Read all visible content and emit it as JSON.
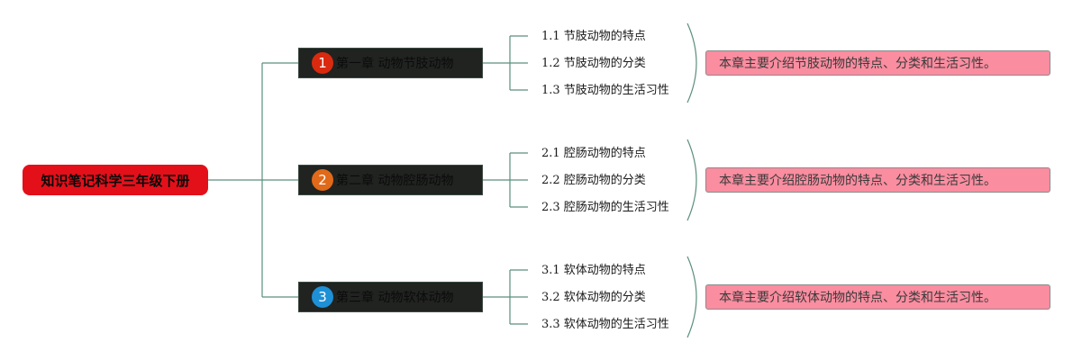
{
  "root": {
    "title": "知识笔记科学三年级下册"
  },
  "chapters": [
    {
      "number": "1",
      "title": "第一章 动物节肢动物",
      "number_color": "#d92a10",
      "sections": [
        "1.1 节肢动物的特点",
        "1.2 节肢动物的分类",
        "1.3 节肢动物的生活习性"
      ],
      "summary": "本章主要介绍节肢动物的特点、分类和生活习性。"
    },
    {
      "number": "2",
      "title": "第二章 动物腔肠动物",
      "number_color": "#e0691a",
      "sections": [
        "2.1 腔肠动物的特点",
        "2.2 腔肠动物的分类",
        "2.3 腔肠动物的生活习性"
      ],
      "summary": "本章主要介绍腔肠动物的特点、分类和生活习性。"
    },
    {
      "number": "3",
      "title": "第三章 动物软体动物",
      "number_color": "#1e90d6",
      "sections": [
        "3.1 软体动物的特点",
        "3.2 软体动物的分类",
        "3.3 软体动物的生活习性"
      ],
      "summary": "本章主要介绍软体动物的特点、分类和生活习性。"
    }
  ],
  "colors": {
    "root_fill": "#e3101a",
    "chapter_fill": "#202320",
    "summary_fill": "#fa8da0",
    "connector": "#5a8f7d"
  }
}
